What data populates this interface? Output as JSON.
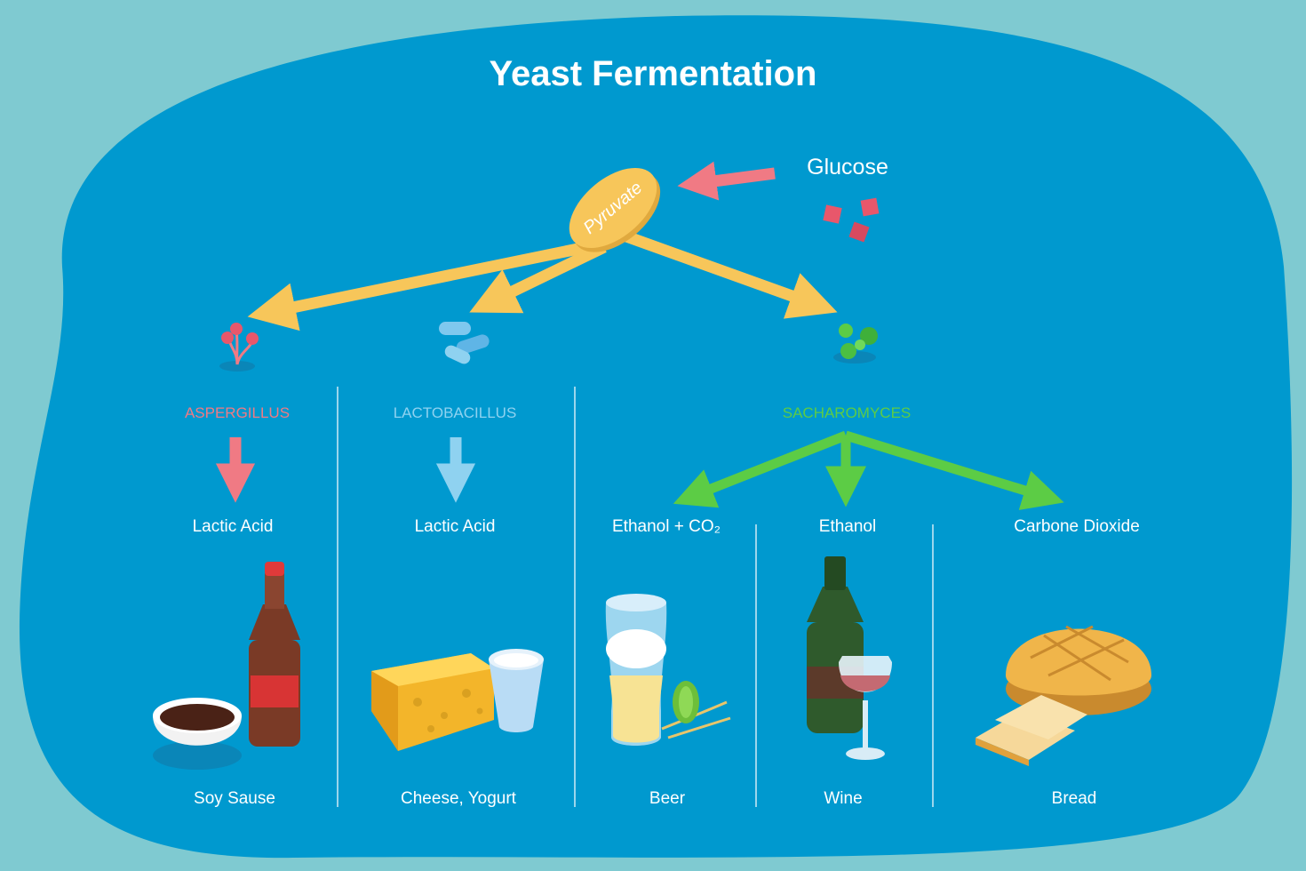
{
  "title": "Yeast Fermentation",
  "source": {
    "label": "Glucose"
  },
  "center": {
    "label": "Pyruvate"
  },
  "organisms": [
    {
      "name": "ASPERGILLUS",
      "color": "#f07a84"
    },
    {
      "name": "LACTOBACILLUS",
      "color": "#8fd2f0"
    },
    {
      "name": "SACHAROMYCES",
      "color": "#5ccc45"
    }
  ],
  "products": [
    {
      "label": "Lactic Acid"
    },
    {
      "label": "Lactic Acid"
    },
    {
      "label": "Ethanol + CO₂"
    },
    {
      "label": "Ethanol"
    },
    {
      "label": "Carbone Dioxide"
    }
  ],
  "foods": [
    {
      "label": "Soy Sause",
      "icon": "soy-sauce-icon"
    },
    {
      "label": "Cheese, Yogurt",
      "icon": "cheese-yogurt-icon"
    },
    {
      "label": "Beer",
      "icon": "beer-icon"
    },
    {
      "label": "Wine",
      "icon": "wine-icon"
    },
    {
      "label": "Bread",
      "icon": "bread-icon"
    }
  ],
  "colors": {
    "page_bg": "#7fcad1",
    "panel_bg": "#0099cf",
    "pyruvate": "#f7c65a",
    "glucose_arrow": "#f07a84"
  }
}
